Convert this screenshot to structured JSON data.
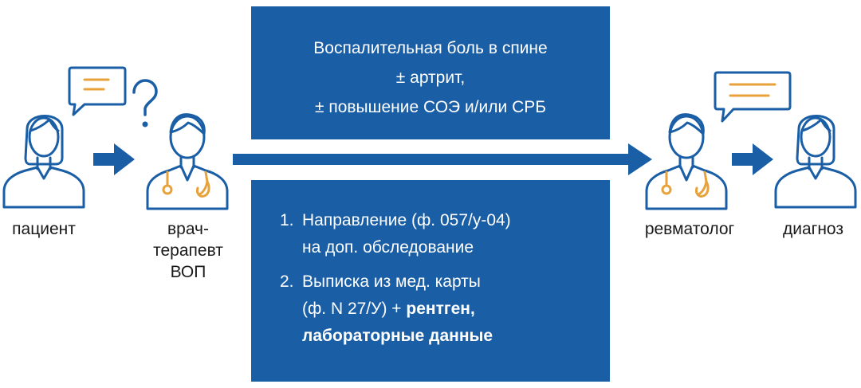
{
  "colors": {
    "blue": "#1a5ea6",
    "orange": "#e8a23b",
    "outline": "#1a5ea6"
  },
  "labels": {
    "patient": "пациент",
    "gp_line1": "врач-",
    "gp_line2": "терапевт",
    "gp_line3": "ВОП",
    "rheumatologist": "ревматолог",
    "diagnosis": "диагноз"
  },
  "top_box": {
    "line1": "Воспалительная боль в спине",
    "line2": "± артрит,",
    "line3": "± повышение СОЭ и/или СРБ"
  },
  "bottom_box": {
    "item1_num": "1.",
    "item1_line1": "Направление (ф. 057/у-04)",
    "item1_line2": "на доп. обследование",
    "item2_num": "2.",
    "item2_line1": "Выписка из мед. карты",
    "item2_line2_plain": "(ф. N 27/У) + ",
    "item2_line2_bold": "рентген,",
    "item2_line3_bold": "лабораторные данные"
  },
  "icons": [
    "patient-icon",
    "speech-bubble-icon",
    "question-mark-icon",
    "doctor-icon",
    "stethoscope-icon",
    "arrow-right-icon"
  ]
}
